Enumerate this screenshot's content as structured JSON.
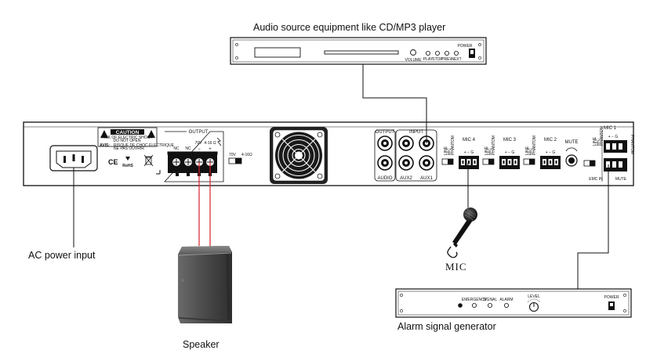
{
  "labels": {
    "audio_source": "Audio source equipment like CD/MP3 player",
    "ac_power": "AC power input",
    "speaker": "Speaker",
    "mic": "MIC",
    "alarm": "Alarm signal generator"
  },
  "amp_panel": {
    "caution": "CAUTION",
    "caution_sub1": "RISK OF ELECTRIC SHOCK",
    "caution_sub2": "DO NOT OPEN",
    "avis": "AVIS:",
    "avis_sub1": "RISQUE DE CHOC ELECTRIQUE",
    "avis_sub2": "NE PAS OUVRIR",
    "ce": "CE",
    "rohs": "RoHS",
    "output_section": "OUTPUT",
    "nc1": "NC",
    "nc2": "NC",
    "v70": "70V",
    "ohm4_16": "4-16 Ω",
    "minus": "−",
    "plus": "+",
    "switch_70v": "70V",
    "switch_ohm": "4-16Ω",
    "output_rca": "OUTPUT",
    "input_rca": "INPUT",
    "audio": "AUDIO",
    "aux2": "AUX2",
    "aux1": "AUX1",
    "mic4": "MIC 4",
    "mic3": "MIC 3",
    "mic2": "MIC 2",
    "mic1": "MIC 1",
    "mute": "MUTE",
    "line": "LINE",
    "mic_sw": "MIC",
    "phantom": "PHANTOM",
    "emc_in": "EMC IN",
    "mute_term": "MUTE",
    "term_pins": "+ − G"
  },
  "cd_player": {
    "knob_label": "VOLUME",
    "btn1": "PLAY",
    "btn2": "STOP",
    "btn3": "PREV",
    "btn4": "NEXT",
    "power_label": "POWER"
  },
  "alarm_device": {
    "k1": "EMERGENCY",
    "k2": "SIGNAL",
    "k3": "ALARM",
    "k4": "LEVEL",
    "power_label": "POWER"
  },
  "colors": {
    "red_wire": "#d8232a",
    "wire": "#111111",
    "panel": "#ffffff"
  }
}
